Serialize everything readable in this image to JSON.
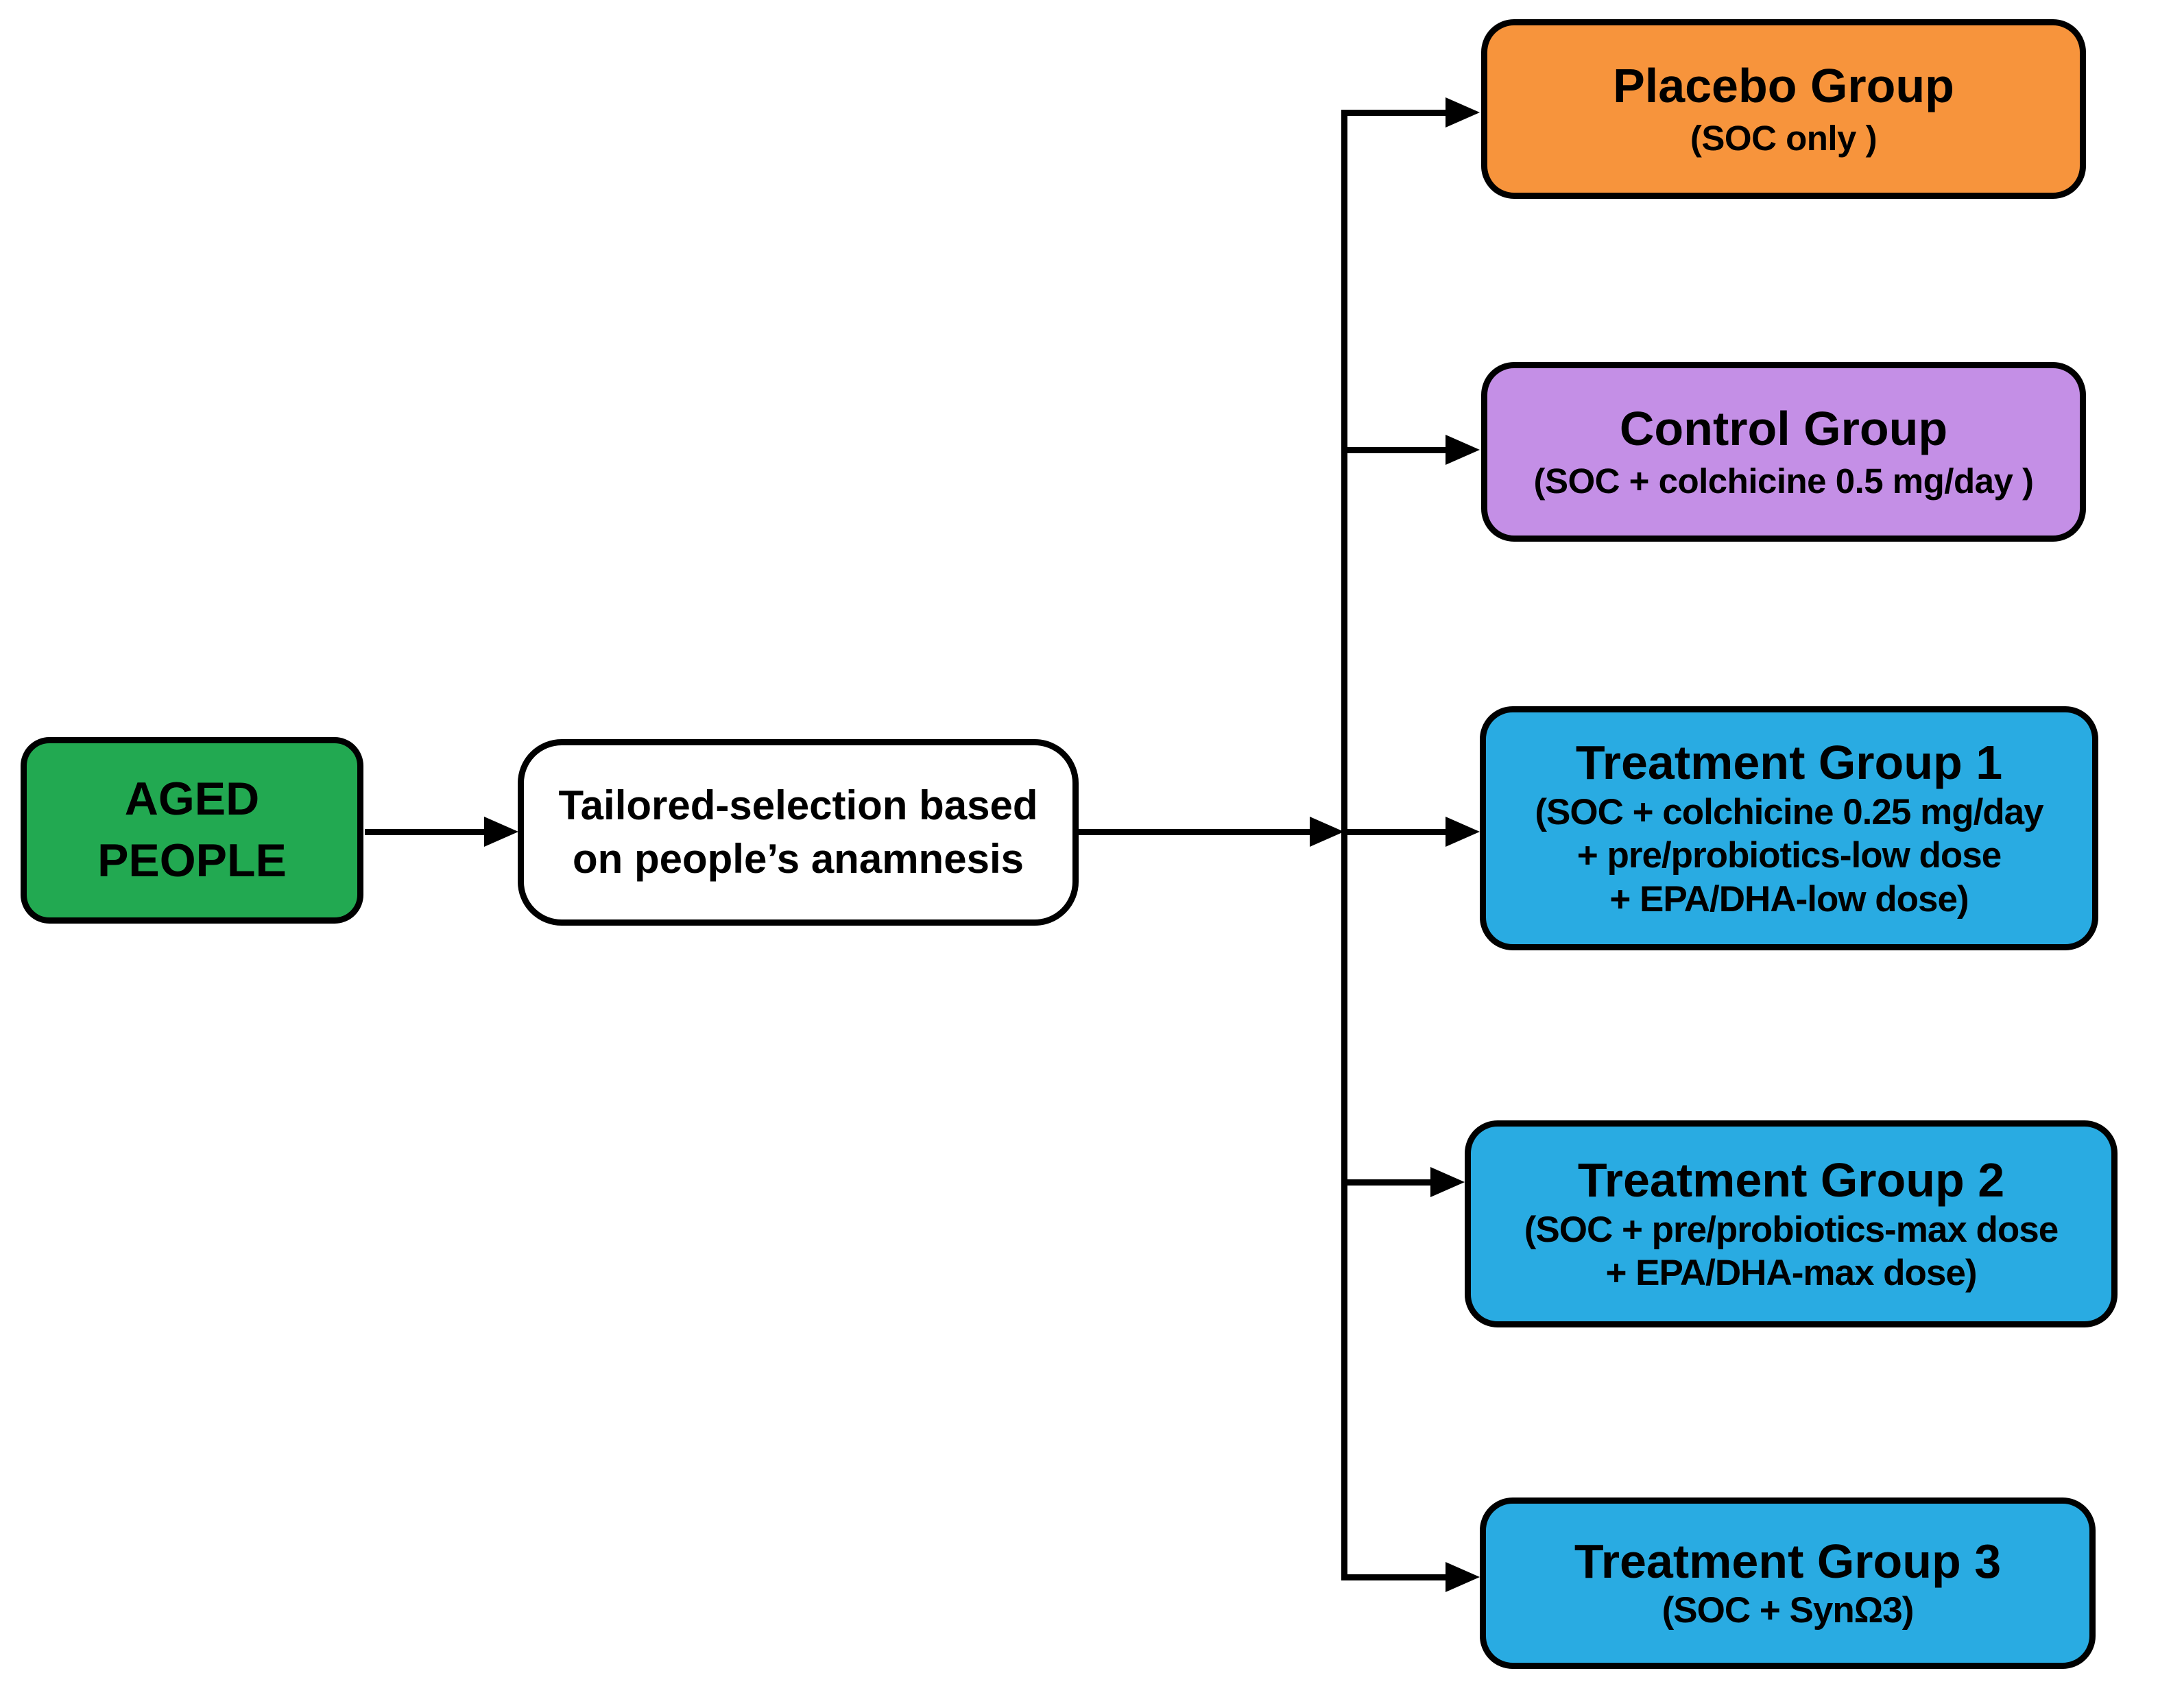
{
  "figure": {
    "background_color": "#FFFFFF",
    "line_color": "#000000",
    "text_color": "#000000"
  },
  "nodes": {
    "aged": {
      "lines": [
        "AGED",
        "PEOPLE"
      ],
      "color": "#22A951"
    },
    "selection": {
      "lines": [
        "Tailored-selection based",
        "on people’s anamnesis"
      ],
      "color": "#FFFFFF"
    },
    "placebo": {
      "title": "Placebo Group",
      "subtitle": "(SOC only )",
      "color": "#F7943C"
    },
    "control": {
      "title": "Control Group",
      "subtitle": "(SOC + colchicine 0.5 mg/day )",
      "color": "#C48FE6"
    },
    "treatment1": {
      "title": "Treatment Group 1",
      "lines": [
        "(SOC + colchicine 0.25 mg/day",
        "+ pre/probiotics-low dose",
        "+ EPA/DHA-low dose)"
      ],
      "color": "#29ABE2"
    },
    "treatment2": {
      "title": "Treatment Group 2",
      "lines": [
        "(SOC + pre/probiotics-max dose",
        "+ EPA/DHA-max dose)"
      ],
      "color": "#29ABE2"
    },
    "treatment3": {
      "title": "Treatment Group 3",
      "lines": [
        "(SOC + SynΩ3)"
      ],
      "color": "#29ABE2"
    }
  }
}
